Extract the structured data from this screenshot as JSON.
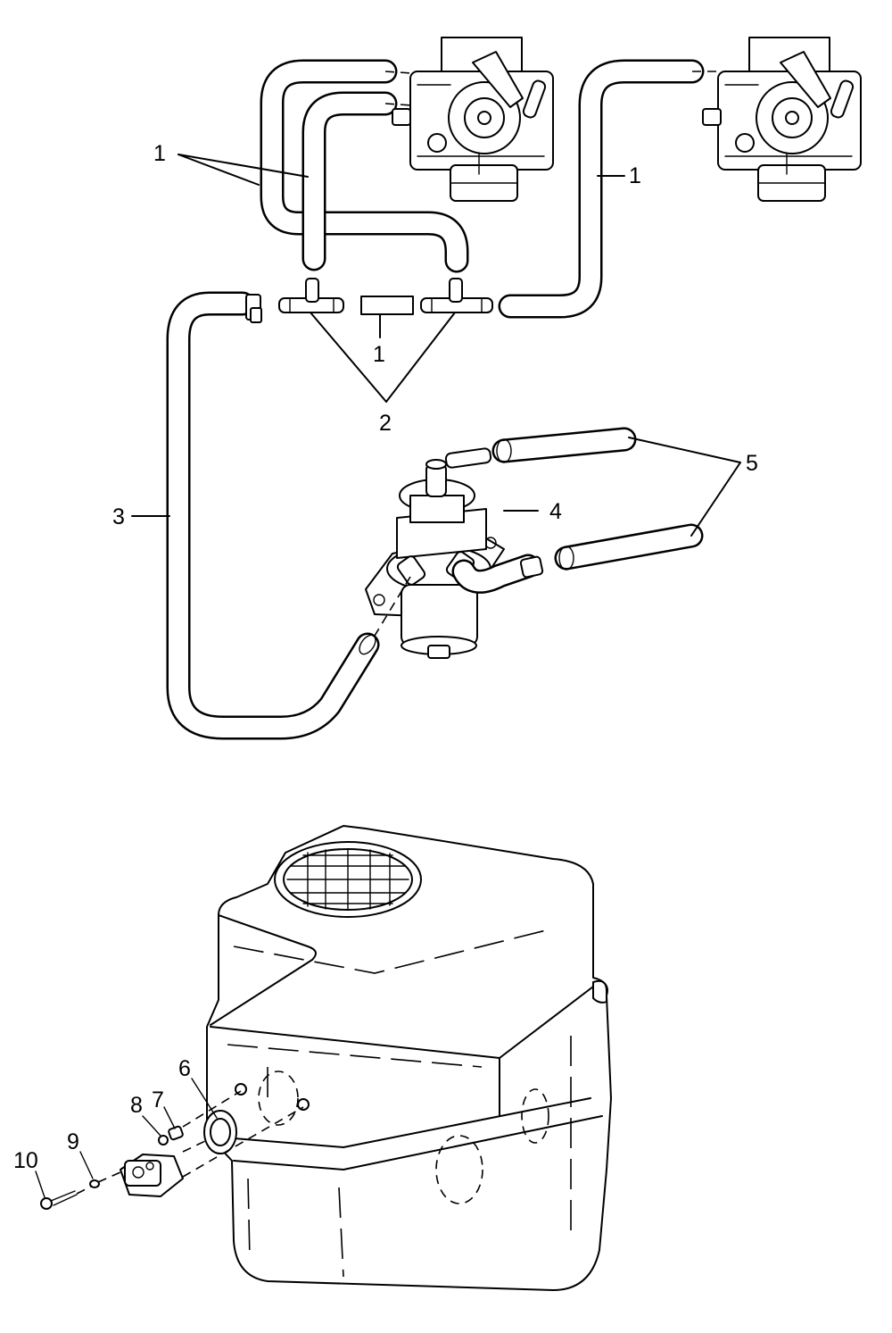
{
  "callouts": {
    "c1a": "1",
    "c1b": "1",
    "c1c": "1",
    "c2": "2",
    "c3": "3",
    "c4": "4",
    "c5": "5",
    "c6": "6",
    "c7": "7",
    "c8": "8",
    "c9": "9",
    "c10": "10"
  },
  "parts": {
    "carburetors": [
      "carburetor",
      "carburetor"
    ],
    "hose_routing": "fuel-hose",
    "fuel_pump": "fuel-pump",
    "fuel_tank": "fuel-tank",
    "fuel_sender": "fuel-gauge-sender"
  }
}
